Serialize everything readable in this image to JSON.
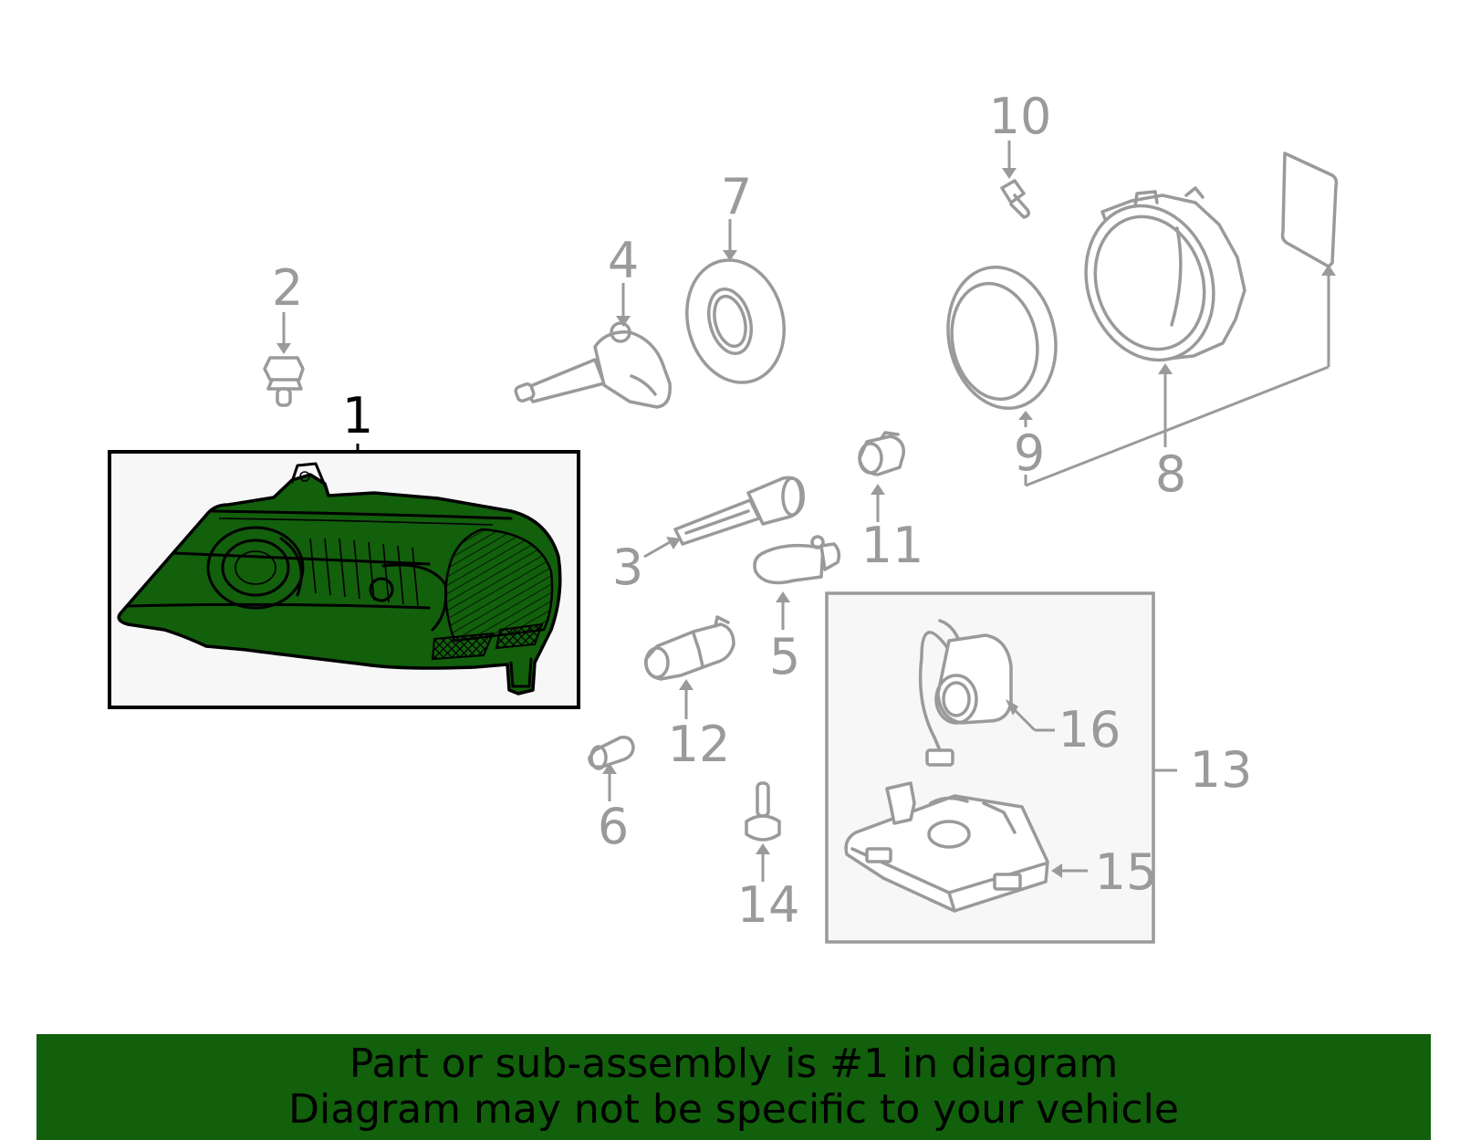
{
  "colors": {
    "highlight": "#125f0c",
    "parts_gray": "#9a9a9a",
    "box_fill": "#f7f7f7",
    "banner_bg": "#125f0c"
  },
  "callouts": {
    "c1": "1",
    "c2": "2",
    "c3": "3",
    "c4": "4",
    "c5": "5",
    "c6": "6",
    "c7": "7",
    "c8": "8",
    "c9": "9",
    "c10": "10",
    "c11": "11",
    "c12": "12",
    "c13": "13",
    "c14": "14",
    "c15": "15",
    "c16": "16"
  },
  "banner": {
    "line1": "Part or sub-assembly is #1 in diagram",
    "line2": "Diagram may not be specific to your vehicle"
  }
}
